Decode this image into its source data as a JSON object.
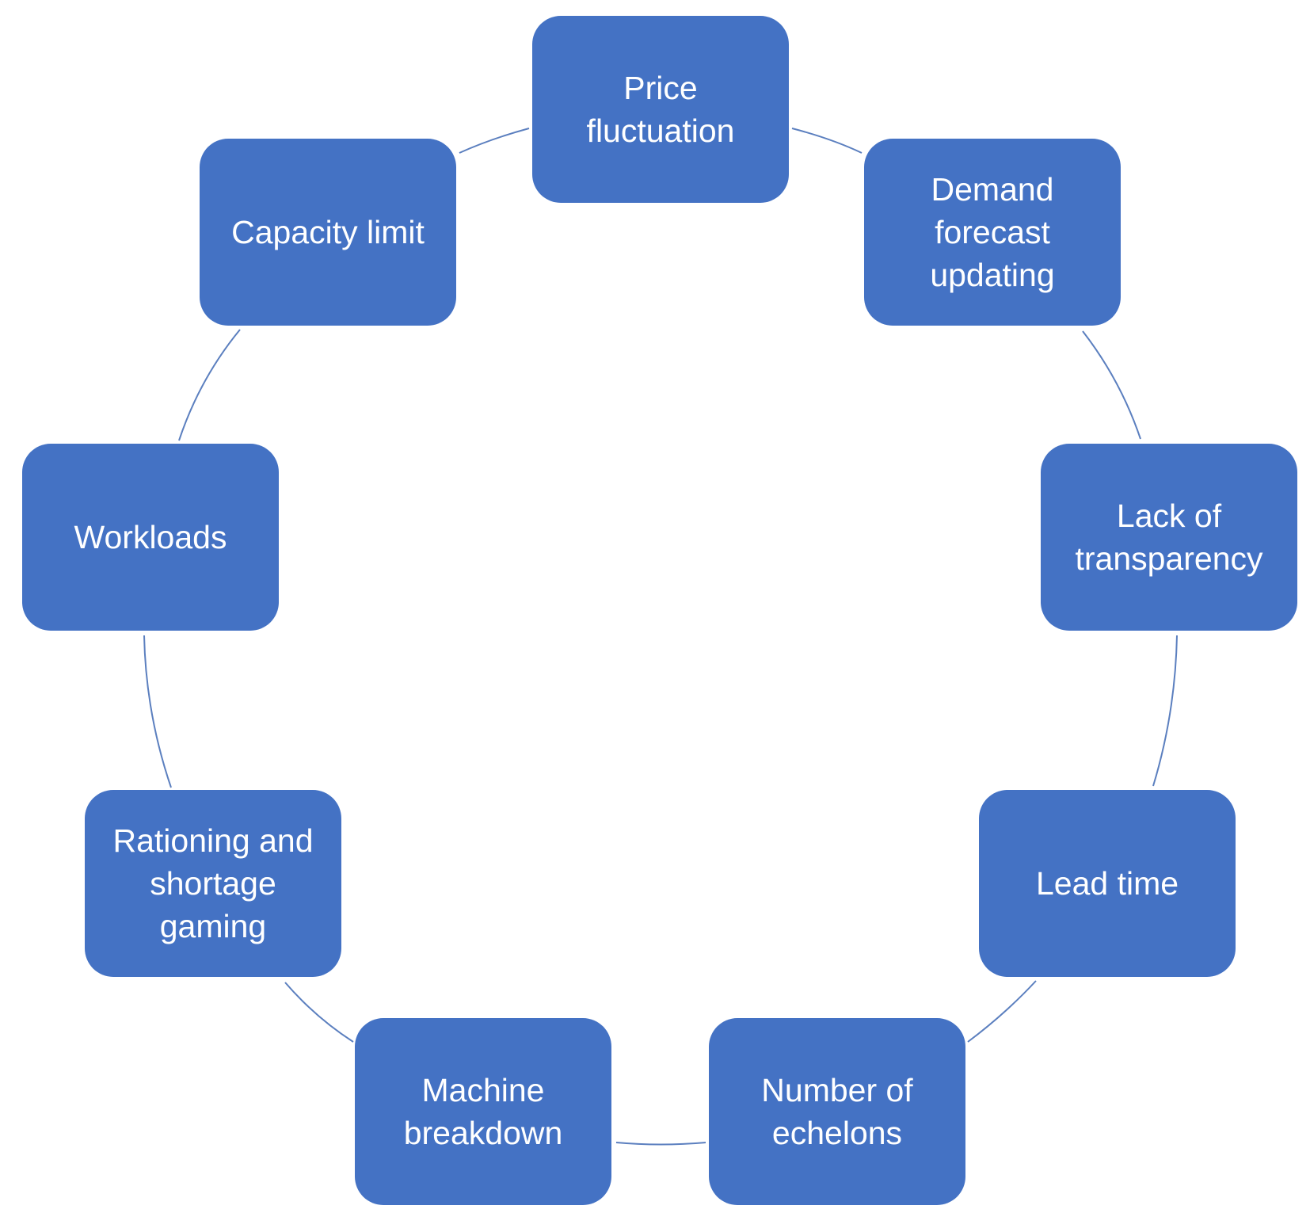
{
  "diagram": {
    "colors": {
      "box_fill": "#4472C4",
      "box_text": "#FFFFFF",
      "connector": "#5B7FBF",
      "background": "#FFFFFF"
    },
    "nodes": [
      {
        "id": "price",
        "label": "Price\nfluctuation"
      },
      {
        "id": "demand",
        "label": "Demand\nforecast\nupdating"
      },
      {
        "id": "lack",
        "label": "Lack of\ntransparency"
      },
      {
        "id": "lead",
        "label": "Lead time"
      },
      {
        "id": "echelons",
        "label": "Number of\nechelons"
      },
      {
        "id": "machine",
        "label": "Machine\nbreakdown"
      },
      {
        "id": "rationing",
        "label": "Rationing and\nshortage\ngaming"
      },
      {
        "id": "workloads",
        "label": "Workloads"
      },
      {
        "id": "capacity",
        "label": "Capacity limit"
      }
    ],
    "layout_shape": "circular cycle",
    "connections": [
      [
        "price",
        "demand"
      ],
      [
        "demand",
        "lack"
      ],
      [
        "lack",
        "lead"
      ],
      [
        "lead",
        "echelons"
      ],
      [
        "echelons",
        "machine"
      ],
      [
        "machine",
        "rationing"
      ],
      [
        "rationing",
        "workloads"
      ],
      [
        "workloads",
        "capacity"
      ],
      [
        "capacity",
        "price"
      ]
    ]
  }
}
